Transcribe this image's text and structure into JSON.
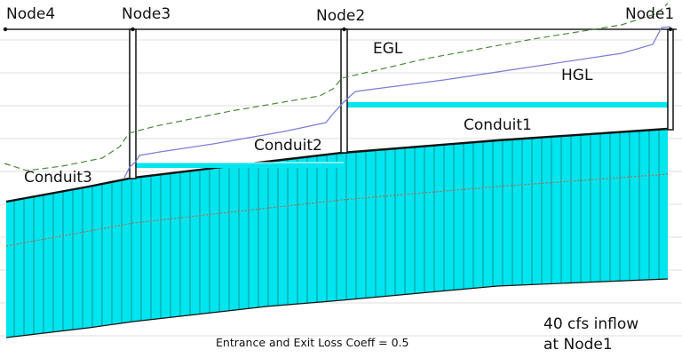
{
  "nodes": [
    {
      "id": "node4",
      "label": "Node4"
    },
    {
      "id": "node3",
      "label": "Node3"
    },
    {
      "id": "node2",
      "label": "Node2"
    },
    {
      "id": "node1",
      "label": "Node1"
    }
  ],
  "conduits": [
    {
      "id": "conduit3",
      "label": "Conduit3"
    },
    {
      "id": "conduit2",
      "label": "Conduit2"
    },
    {
      "id": "conduit1",
      "label": "Conduit1"
    }
  ],
  "lines": {
    "egl": {
      "label": "EGL",
      "color": "#4a8a3a"
    },
    "hgl": {
      "label": "HGL",
      "color": "#7b7fd6"
    },
    "centerline_color": "#b36a4a"
  },
  "notes": {
    "inflow_line1": "40 cfs inflow",
    "inflow_line2": "at Node1",
    "loss_coeff": "Entrance and Exit Loss Coeff = 0.5"
  },
  "colors": {
    "conduit_fill": "#00e5ee",
    "water_surface": "#00e5ee",
    "outline": "#111111",
    "grid": "#d4d4d4"
  }
}
